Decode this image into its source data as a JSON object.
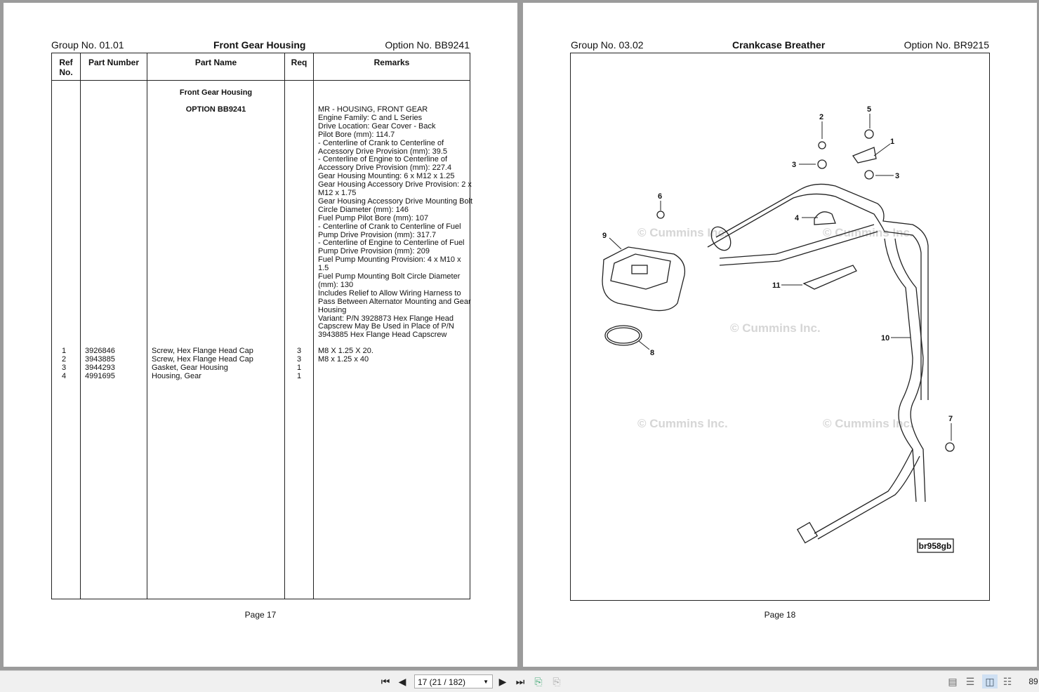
{
  "left_page": {
    "group": "Group No. 01.01",
    "title": "Front Gear Housing",
    "option": "Option No. BB9241",
    "columns": [
      "Ref\nNo.",
      "Part Number",
      "Part Name",
      "Req",
      "Remarks"
    ],
    "col_ref_1": "Ref",
    "col_ref_2": "No.",
    "section_title": "Front Gear Housing",
    "section_option": "OPTION BB9241",
    "remarks_lines": [
      "MR - HOUSING, FRONT GEAR",
      "Engine Family: C and L Series",
      "Drive Location: Gear Cover - Back",
      "Pilot Bore (mm): 114.7",
      "- Centerline of Crank to Centerline of",
      "Accessory Drive Provision (mm): 39.5",
      "- Centerline of Engine to Centerline of",
      "Accessory Drive Provision (mm): 227.4",
      "Gear Housing Mounting: 6 x M12 x 1.25",
      "Gear Housing Accessory Drive Provision: 2 x",
      "M12 x 1.75",
      "Gear Housing Accessory Drive Mounting Bolt",
      "Circle Diameter (mm): 146",
      "Fuel Pump Pilot Bore (mm): 107",
      "- Centerline of Crank to Centerline of Fuel",
      "Pump Drive Provision (mm): 317.7",
      "- Centerline of Engine to Centerline of Fuel",
      "Pump Drive Provision (mm): 209",
      "Fuel Pump Mounting Provision: 4 x M10 x",
      "1.5",
      "Fuel Pump Mounting Bolt Circle Diameter",
      "(mm): 130",
      "Includes Relief to Allow Wiring Harness to",
      "Pass Between Alternator Mounting and Gear",
      "Housing",
      "Variant: P/N 3928873 Hex Flange Head",
      "Capscrew May Be Used in Place of P/N",
      "3943885 Hex Flange Head Capscrew"
    ],
    "rows": [
      {
        "ref": "1",
        "part_number": "3926846",
        "part_name": "Screw, Hex Flange Head Cap",
        "req": "3",
        "remarks": "M8 X 1.25 X 20."
      },
      {
        "ref": "2",
        "part_number": "3943885",
        "part_name": "Screw, Hex Flange Head Cap",
        "req": "3",
        "remarks": "M8 x 1.25 x 40"
      },
      {
        "ref": "3",
        "part_number": "3944293",
        "part_name": "Gasket, Gear Housing",
        "req": "1",
        "remarks": ""
      },
      {
        "ref": "4",
        "part_number": "4991695",
        "part_name": "Housing, Gear",
        "req": "1",
        "remarks": ""
      }
    ],
    "page": "Page 17"
  },
  "right_page": {
    "group": "Group No. 03.02",
    "title": "Crankcase Breather",
    "option": "Option No. BR9215",
    "page": "Page 18",
    "figure_id": "br958gb",
    "watermark": "© Cummins Inc.",
    "callouts": [
      "1",
      "2",
      "3",
      "3",
      "4",
      "5",
      "6",
      "7",
      "8",
      "9",
      "10",
      "11"
    ]
  },
  "toolbar": {
    "page_field": "17 (21 / 182)",
    "zoom": "89",
    "icons": [
      "first-page-icon",
      "prev-page-icon",
      "next-page-icon",
      "last-page-icon",
      "rotate-icon",
      "rotate-alt-icon",
      "single-page-icon",
      "continuous-icon",
      "two-page-icon",
      "two-page-continuous-icon"
    ]
  },
  "colors": {
    "background": "#9b9b9b",
    "toolbar": "#f0f0f0",
    "watermark": "#d6d6d6"
  }
}
